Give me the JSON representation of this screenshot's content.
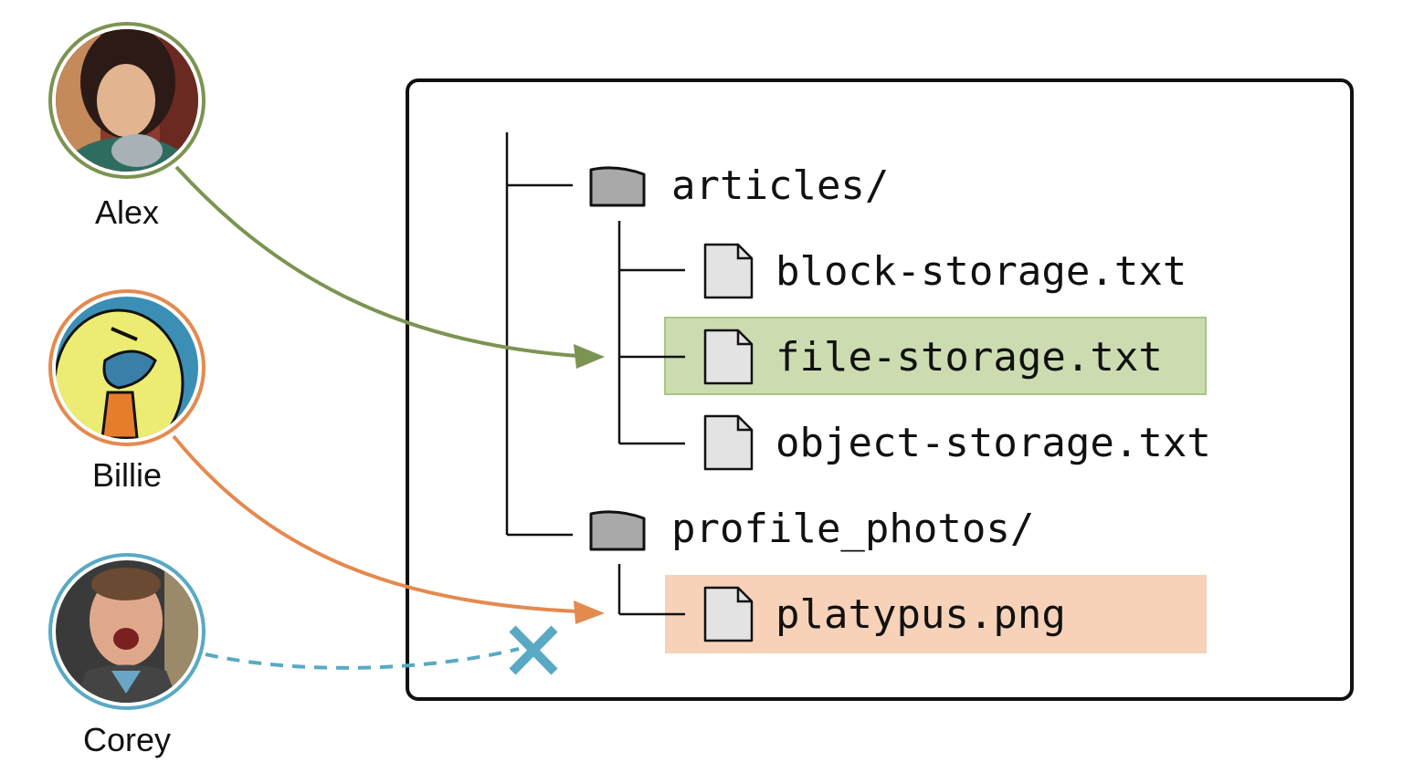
{
  "users": [
    {
      "name": "Alex",
      "ring_color": "#7c9451"
    },
    {
      "name": "Billie",
      "ring_color": "#e48a4f"
    },
    {
      "name": "Corey",
      "ring_color": "#59a9c4"
    }
  ],
  "tree": {
    "folders": [
      {
        "name": "articles/",
        "files": [
          "block-storage.txt",
          "file-storage.txt",
          "object-storage.txt"
        ]
      },
      {
        "name": "profile_photos/",
        "files": [
          "platypus.png"
        ]
      }
    ]
  },
  "highlights": {
    "alex_target": {
      "label": "file-storage.txt",
      "fill": "#ccdcb0",
      "border": "#aac485"
    },
    "billie_target": {
      "label": "platypus.png",
      "fill": "#f7d2b8",
      "border": "#f7d2b8"
    }
  },
  "colors": {
    "alex_arrow": "#7c9451",
    "billie_arrow": "#e48a4f",
    "corey_arrow": "#59a9c4",
    "box_border": "#111111",
    "folder_fill": "#a9a9a9",
    "file_fill": "#e3e3e3"
  }
}
